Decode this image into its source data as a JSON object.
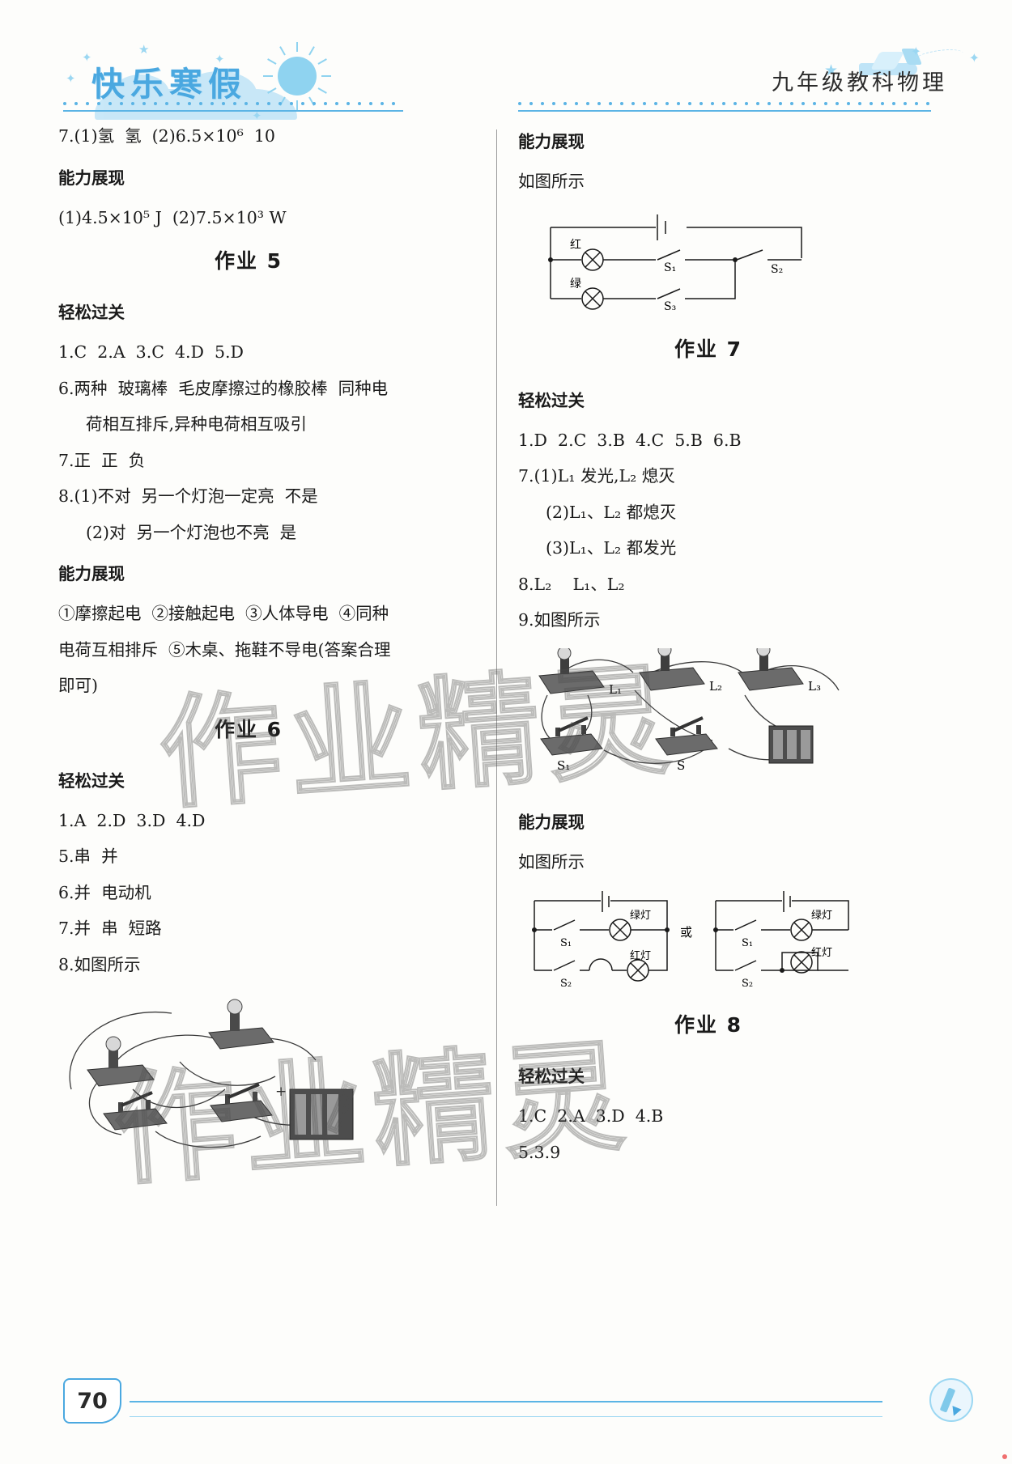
{
  "header": {
    "left_title": "快乐寒假",
    "right_title": "九年级教科物理"
  },
  "left_column": {
    "line_7": "7.(1)氢  氢  (2)6.5×10⁶  10",
    "heading_nlzx_1": "能力展现",
    "nlzx_1_answer": "(1)4.5×10⁵ J  (2)7.5×10³ W",
    "zuoye5_title": "作业 5",
    "zuoye5": {
      "heading_qsgg": "轻松过关",
      "choices": "1.C  2.A  3.C  4.D  5.D",
      "q6_line1": "6.两种  玻璃棒  毛皮摩擦过的橡胶棒  同种电",
      "q6_line2": "荷相互排斥,异种电荷相互吸引",
      "q7": "7.正  正  负",
      "q8_line1": "8.(1)不对  另一个灯泡一定亮  不是",
      "q8_line2": "(2)对  另一个灯泡也不亮  是",
      "heading_nlzx": "能力展现",
      "nlzx_line1": "①摩擦起电  ②接触起电  ③人体导电  ④同种",
      "nlzx_line2": "电荷互相排斥  ⑤木桌、拖鞋不导电(答案合理",
      "nlzx_line3": "即可)"
    },
    "zuoye6_title": "作业 6",
    "zuoye6": {
      "heading_qsgg": "轻松过关",
      "choices": "1.A  2.D  3.D  4.D",
      "q5": "5.串  并",
      "q6": "6.并  电动机",
      "q7": "7.并  串  短路",
      "q8": "8.如图所示"
    }
  },
  "right_column": {
    "heading_nlzx_top": "能力展现",
    "nlzx_top_answer": "如图所示",
    "circuit_top": {
      "labels": [
        "红",
        "绿"
      ],
      "switches": [
        "S₁",
        "S₂",
        "S₃"
      ]
    },
    "zuoye7_title": "作业 7",
    "zuoye7": {
      "heading_qsgg": "轻松过关",
      "choices": "1.D  2.C  3.B  4.C  5.B  6.B",
      "q7_1": "7.(1)L₁ 发光,L₂ 熄灭",
      "q7_2": "(2)L₁、L₂ 都熄灭",
      "q7_3": "(3)L₁、L₂ 都发光",
      "q8": "8.L₂    L₁、L₂",
      "q9": "9.如图所示",
      "circuit_photo": {
        "lamps": [
          "L₁",
          "L₂",
          "L₃"
        ],
        "switches": [
          "S₁",
          "S"
        ]
      },
      "heading_nlzx": "能力展现",
      "nlzx_answer": "如图所示",
      "circuit_bottom": {
        "left": {
          "lamp_green": "绿灯",
          "lamp_red": "红灯",
          "switches": [
            "S₁",
            "S₂"
          ]
        },
        "or_text": "或",
        "right": {
          "lamp_green": "绿灯",
          "lamp_red": "红灯",
          "switches": [
            "S₁",
            "S₂"
          ]
        }
      }
    },
    "zuoye8_title": "作业 8",
    "zuoye8": {
      "heading_qsgg": "轻松过关",
      "choices": "1.C  2.A  3.D  4.B",
      "q5": "5.3.9"
    }
  },
  "watermark": {
    "text_1": "作业精灵",
    "text_2": "作业精灵"
  },
  "footer": {
    "page_number": "70"
  },
  "colors": {
    "accent": "#4aa8e0",
    "accent_light": "#bfe4f7",
    "ink": "#1a1a1a"
  }
}
